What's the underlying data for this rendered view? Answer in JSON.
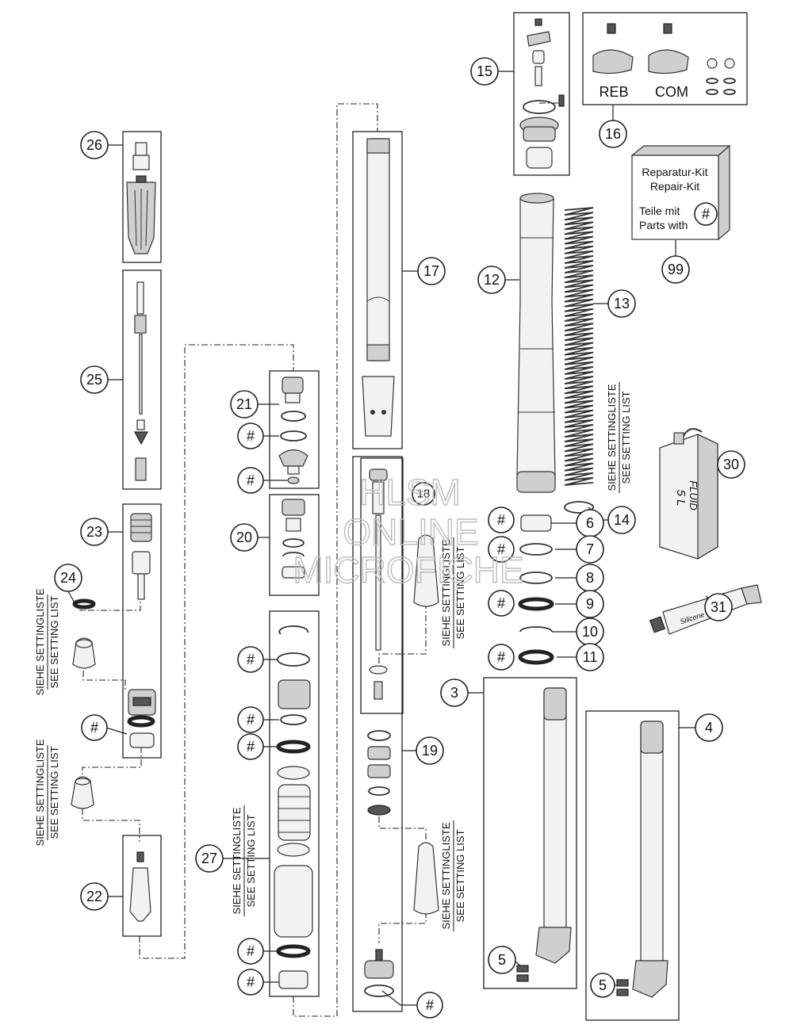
{
  "callouts": {
    "c3": "3",
    "c4": "4",
    "c5a": "5",
    "c5b": "5",
    "c6": "6",
    "c7": "7",
    "c8": "8",
    "c9": "9",
    "c10": "10",
    "c11": "11",
    "c12": "12",
    "c13": "13",
    "c14": "14",
    "c15": "15",
    "c16": "16",
    "c17": "17",
    "c18": "18",
    "c19": "19",
    "c20": "20",
    "c21": "21",
    "c22": "22",
    "c23": "23",
    "c24": "24",
    "c25": "25",
    "c26": "26",
    "c27": "27",
    "c30": "30",
    "c31": "31",
    "c99": "99"
  },
  "hash_symbol": "#",
  "setting": {
    "de": "SIEHE SETTINGLISTE",
    "en": "SEE SETTING LIST"
  },
  "clamp_labels": {
    "reb": "REB",
    "com": "COM"
  },
  "repair_kit": {
    "line1": "Reparatur-Kit",
    "line2": "Repair-Kit",
    "line3": "Teile mit",
    "line4": "Parts with"
  },
  "fluid_can": {
    "word": "FLUID",
    "volume": "5 L"
  },
  "grease_tube": {
    "word": "Silicone grease"
  },
  "watermark": {
    "line1": "HLSM",
    "line2": "ONLINE",
    "line3": "MICROFICHE"
  }
}
